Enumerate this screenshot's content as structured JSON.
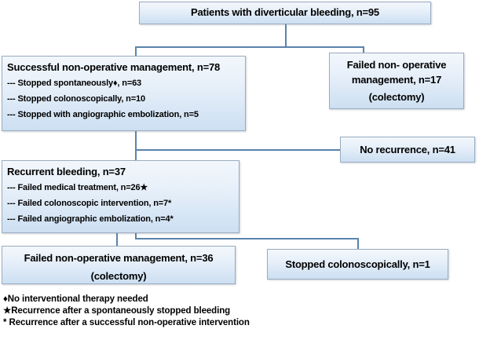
{
  "chart": {
    "type": "flowchart",
    "title": "Diverticular bleeding management flow chart",
    "accent_color": "#5b83ad",
    "box_fill_top": "#f2f7fc",
    "box_fill_bottom": "#ccdff2",
    "box_border": "#9aacc0"
  },
  "nodes": {
    "root": {
      "label": "Patients with diverticular bleeding, n=95"
    },
    "successful": {
      "heading": "Successful non-operative management, n=78",
      "items": [
        "--- Stopped spontaneously♦, n=63",
        "--- Stopped colonoscopically, n=10",
        "--- Stopped with angiographic embolization, n=5"
      ]
    },
    "failed_initial": {
      "line1": "Failed non- operative",
      "line2": "management, n=17",
      "line3": "(colectomy)"
    },
    "no_recurrence": {
      "label": "No recurrence, n=41"
    },
    "recurrent": {
      "heading": "Recurrent bleeding, n=37",
      "items": [
        "--- Failed medical treatment, n=26★",
        "--- Failed colonoscopic intervention, n=7*",
        "--- Failed angiographic embolization, n=4*"
      ]
    },
    "failed_second": {
      "line1": "Failed non-operative management, n=36",
      "line2": "(colectomy)"
    },
    "stopped_colonoscopically": {
      "label": "Stopped colonoscopically, n=1"
    }
  },
  "footnotes": [
    {
      "marker": "♦",
      "text": "No interventional therapy needed"
    },
    {
      "marker": "★",
      "text": "Recurrence after a spontaneously stopped bleeding"
    },
    {
      "marker": "*",
      "text": " Recurrence after a successful non-operative intervention"
    }
  ]
}
